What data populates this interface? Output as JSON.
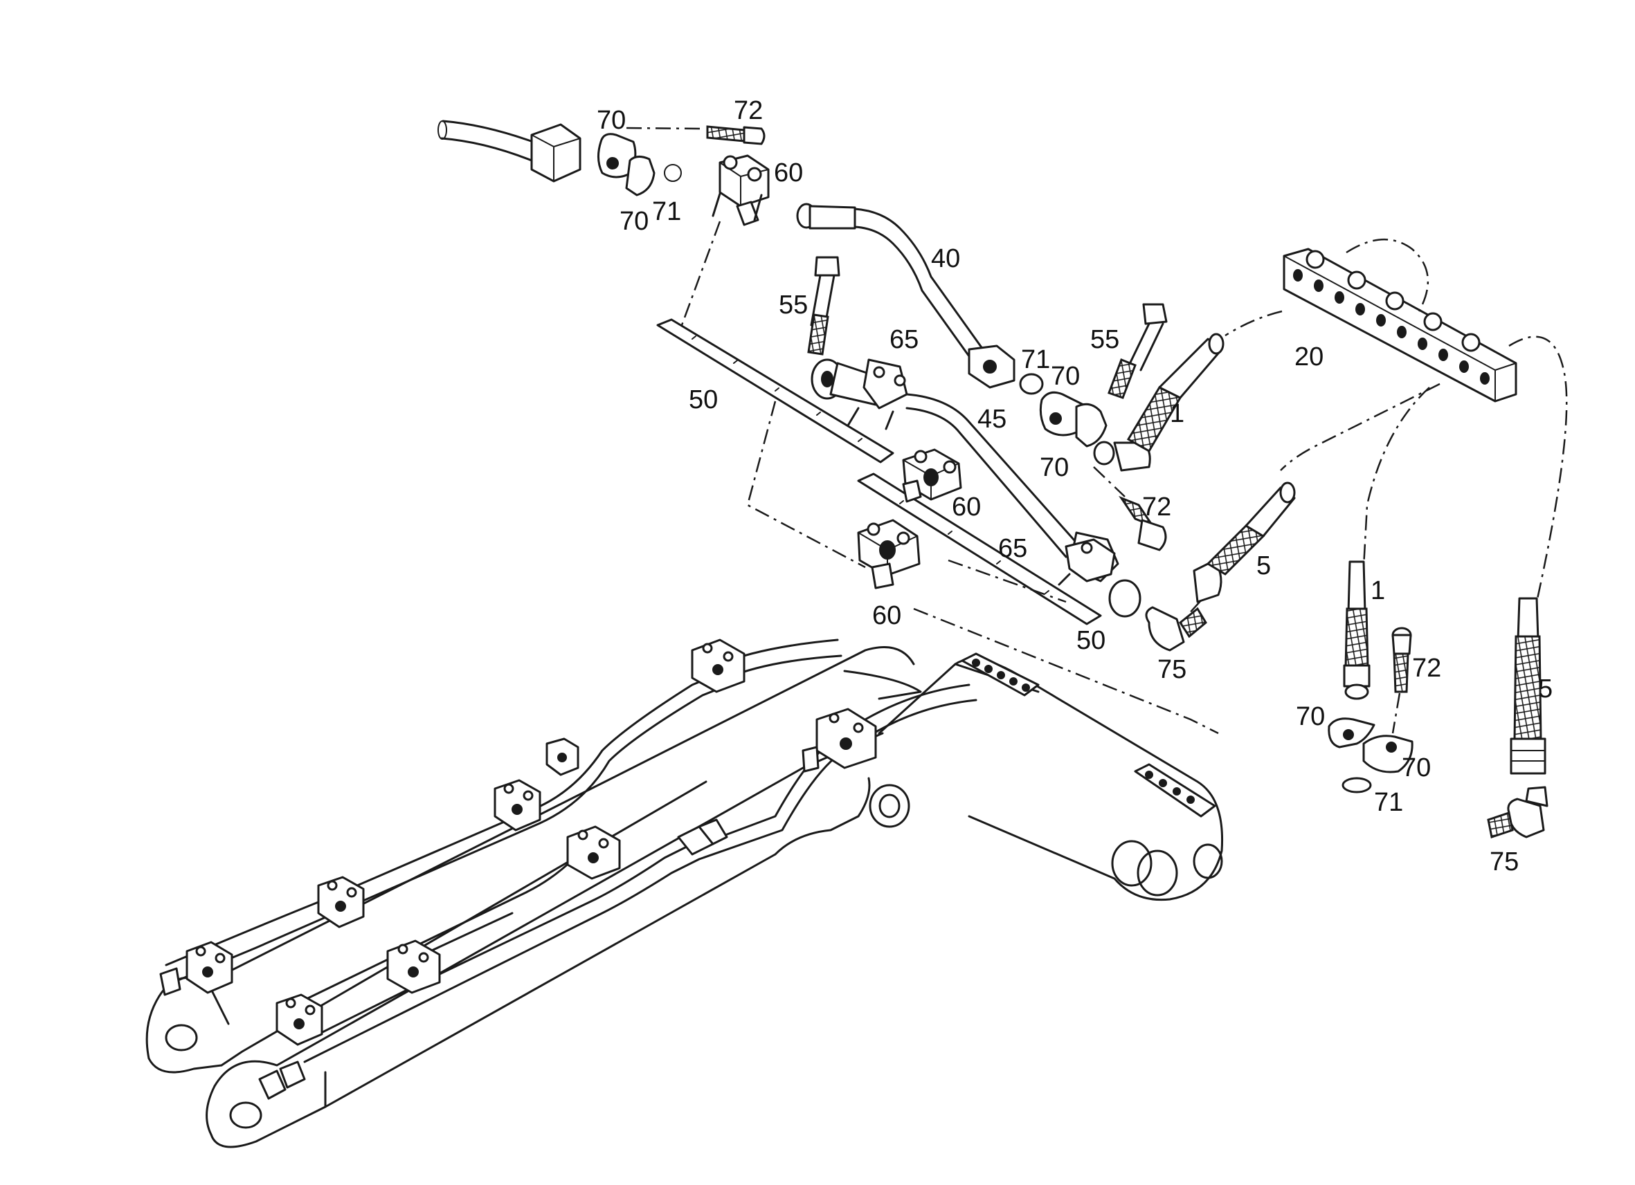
{
  "diagram": {
    "labels": [
      {
        "id": "l72a",
        "text": "72"
      },
      {
        "id": "l70a",
        "text": "70"
      },
      {
        "id": "l60a",
        "text": "60"
      },
      {
        "id": "l70b",
        "text": "70"
      },
      {
        "id": "l71a",
        "text": "71"
      },
      {
        "id": "l40",
        "text": "40"
      },
      {
        "id": "l55a",
        "text": "55"
      },
      {
        "id": "l65a",
        "text": "65"
      },
      {
        "id": "l50a",
        "text": "50"
      },
      {
        "id": "l55b",
        "text": "55"
      },
      {
        "id": "l71b",
        "text": "71"
      },
      {
        "id": "l70c",
        "text": "70"
      },
      {
        "id": "l45",
        "text": "45"
      },
      {
        "id": "l20",
        "text": "20"
      },
      {
        "id": "l1a",
        "text": "1"
      },
      {
        "id": "l70d",
        "text": "70"
      },
      {
        "id": "l60b",
        "text": "60"
      },
      {
        "id": "l72b",
        "text": "72"
      },
      {
        "id": "l65b",
        "text": "65"
      },
      {
        "id": "l5a",
        "text": "5"
      },
      {
        "id": "l60c",
        "text": "60"
      },
      {
        "id": "l50b",
        "text": "50"
      },
      {
        "id": "l75a",
        "text": "75"
      },
      {
        "id": "l1b",
        "text": "1"
      },
      {
        "id": "l72c",
        "text": "72"
      },
      {
        "id": "l5b",
        "text": "5"
      },
      {
        "id": "l70e",
        "text": "70"
      },
      {
        "id": "l70f",
        "text": "70"
      },
      {
        "id": "l71c",
        "text": "71"
      },
      {
        "id": "l75b",
        "text": "75"
      }
    ]
  }
}
